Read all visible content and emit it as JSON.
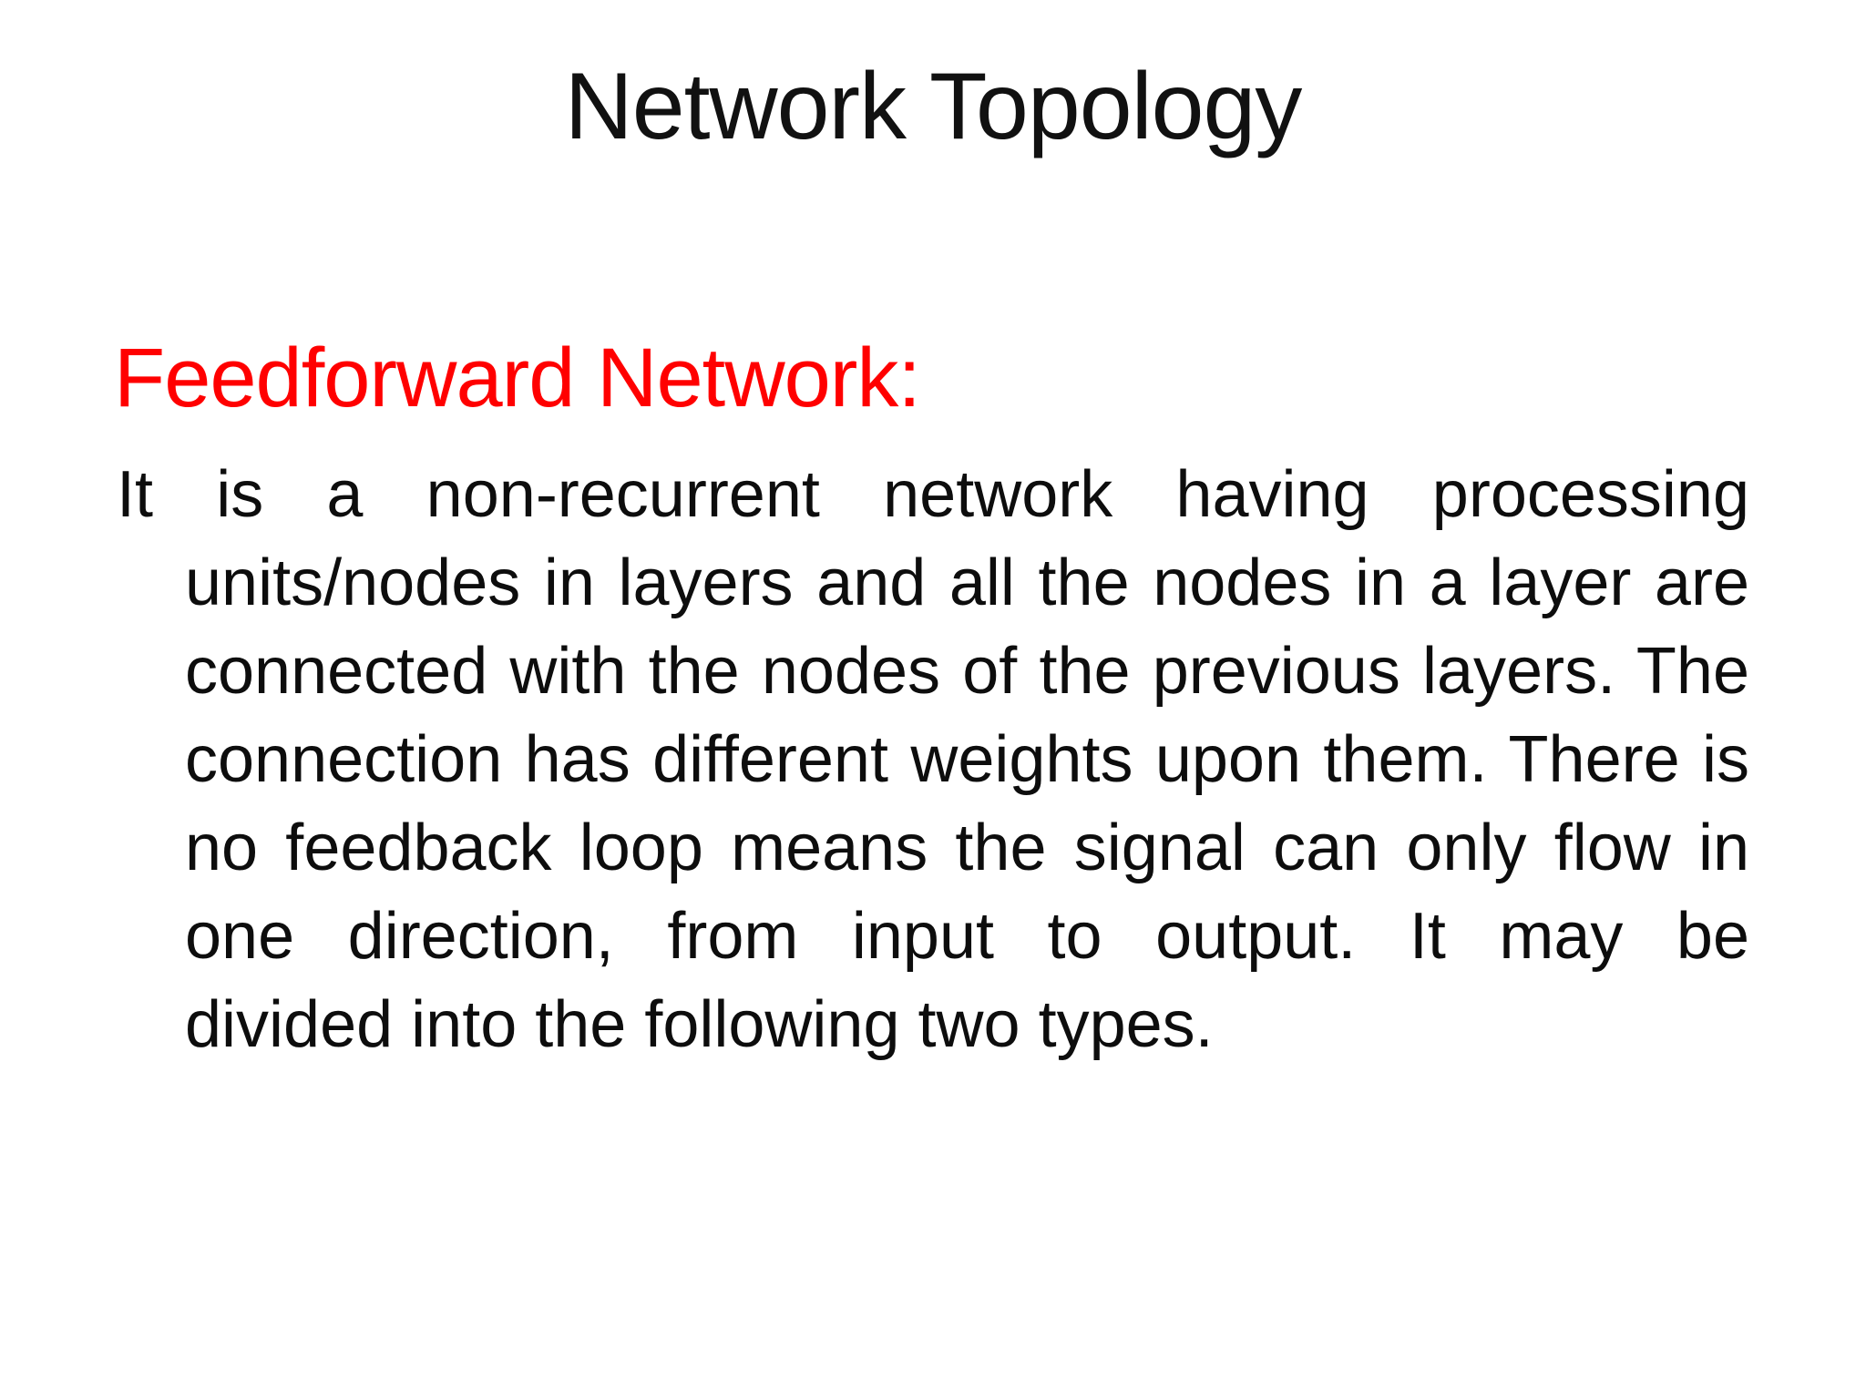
{
  "slide": {
    "title": "Network Topology",
    "heading": "Feedforward Network:",
    "body_lines": [
      "It is a non-recurrent network having processing",
      "units/nodes in layers and all the nodes in a layer are",
      "connected with the nodes of the previous layers. The",
      "connection has different weights upon them. There is",
      "no feedback loop means the signal can only flow in",
      "one direction, from input to output. It may be",
      "divided into the following two types."
    ],
    "colors": {
      "background": "#ffffff",
      "title_text": "#111111",
      "heading_text": "#ff0000",
      "body_text": "#0d0d0d"
    }
  }
}
